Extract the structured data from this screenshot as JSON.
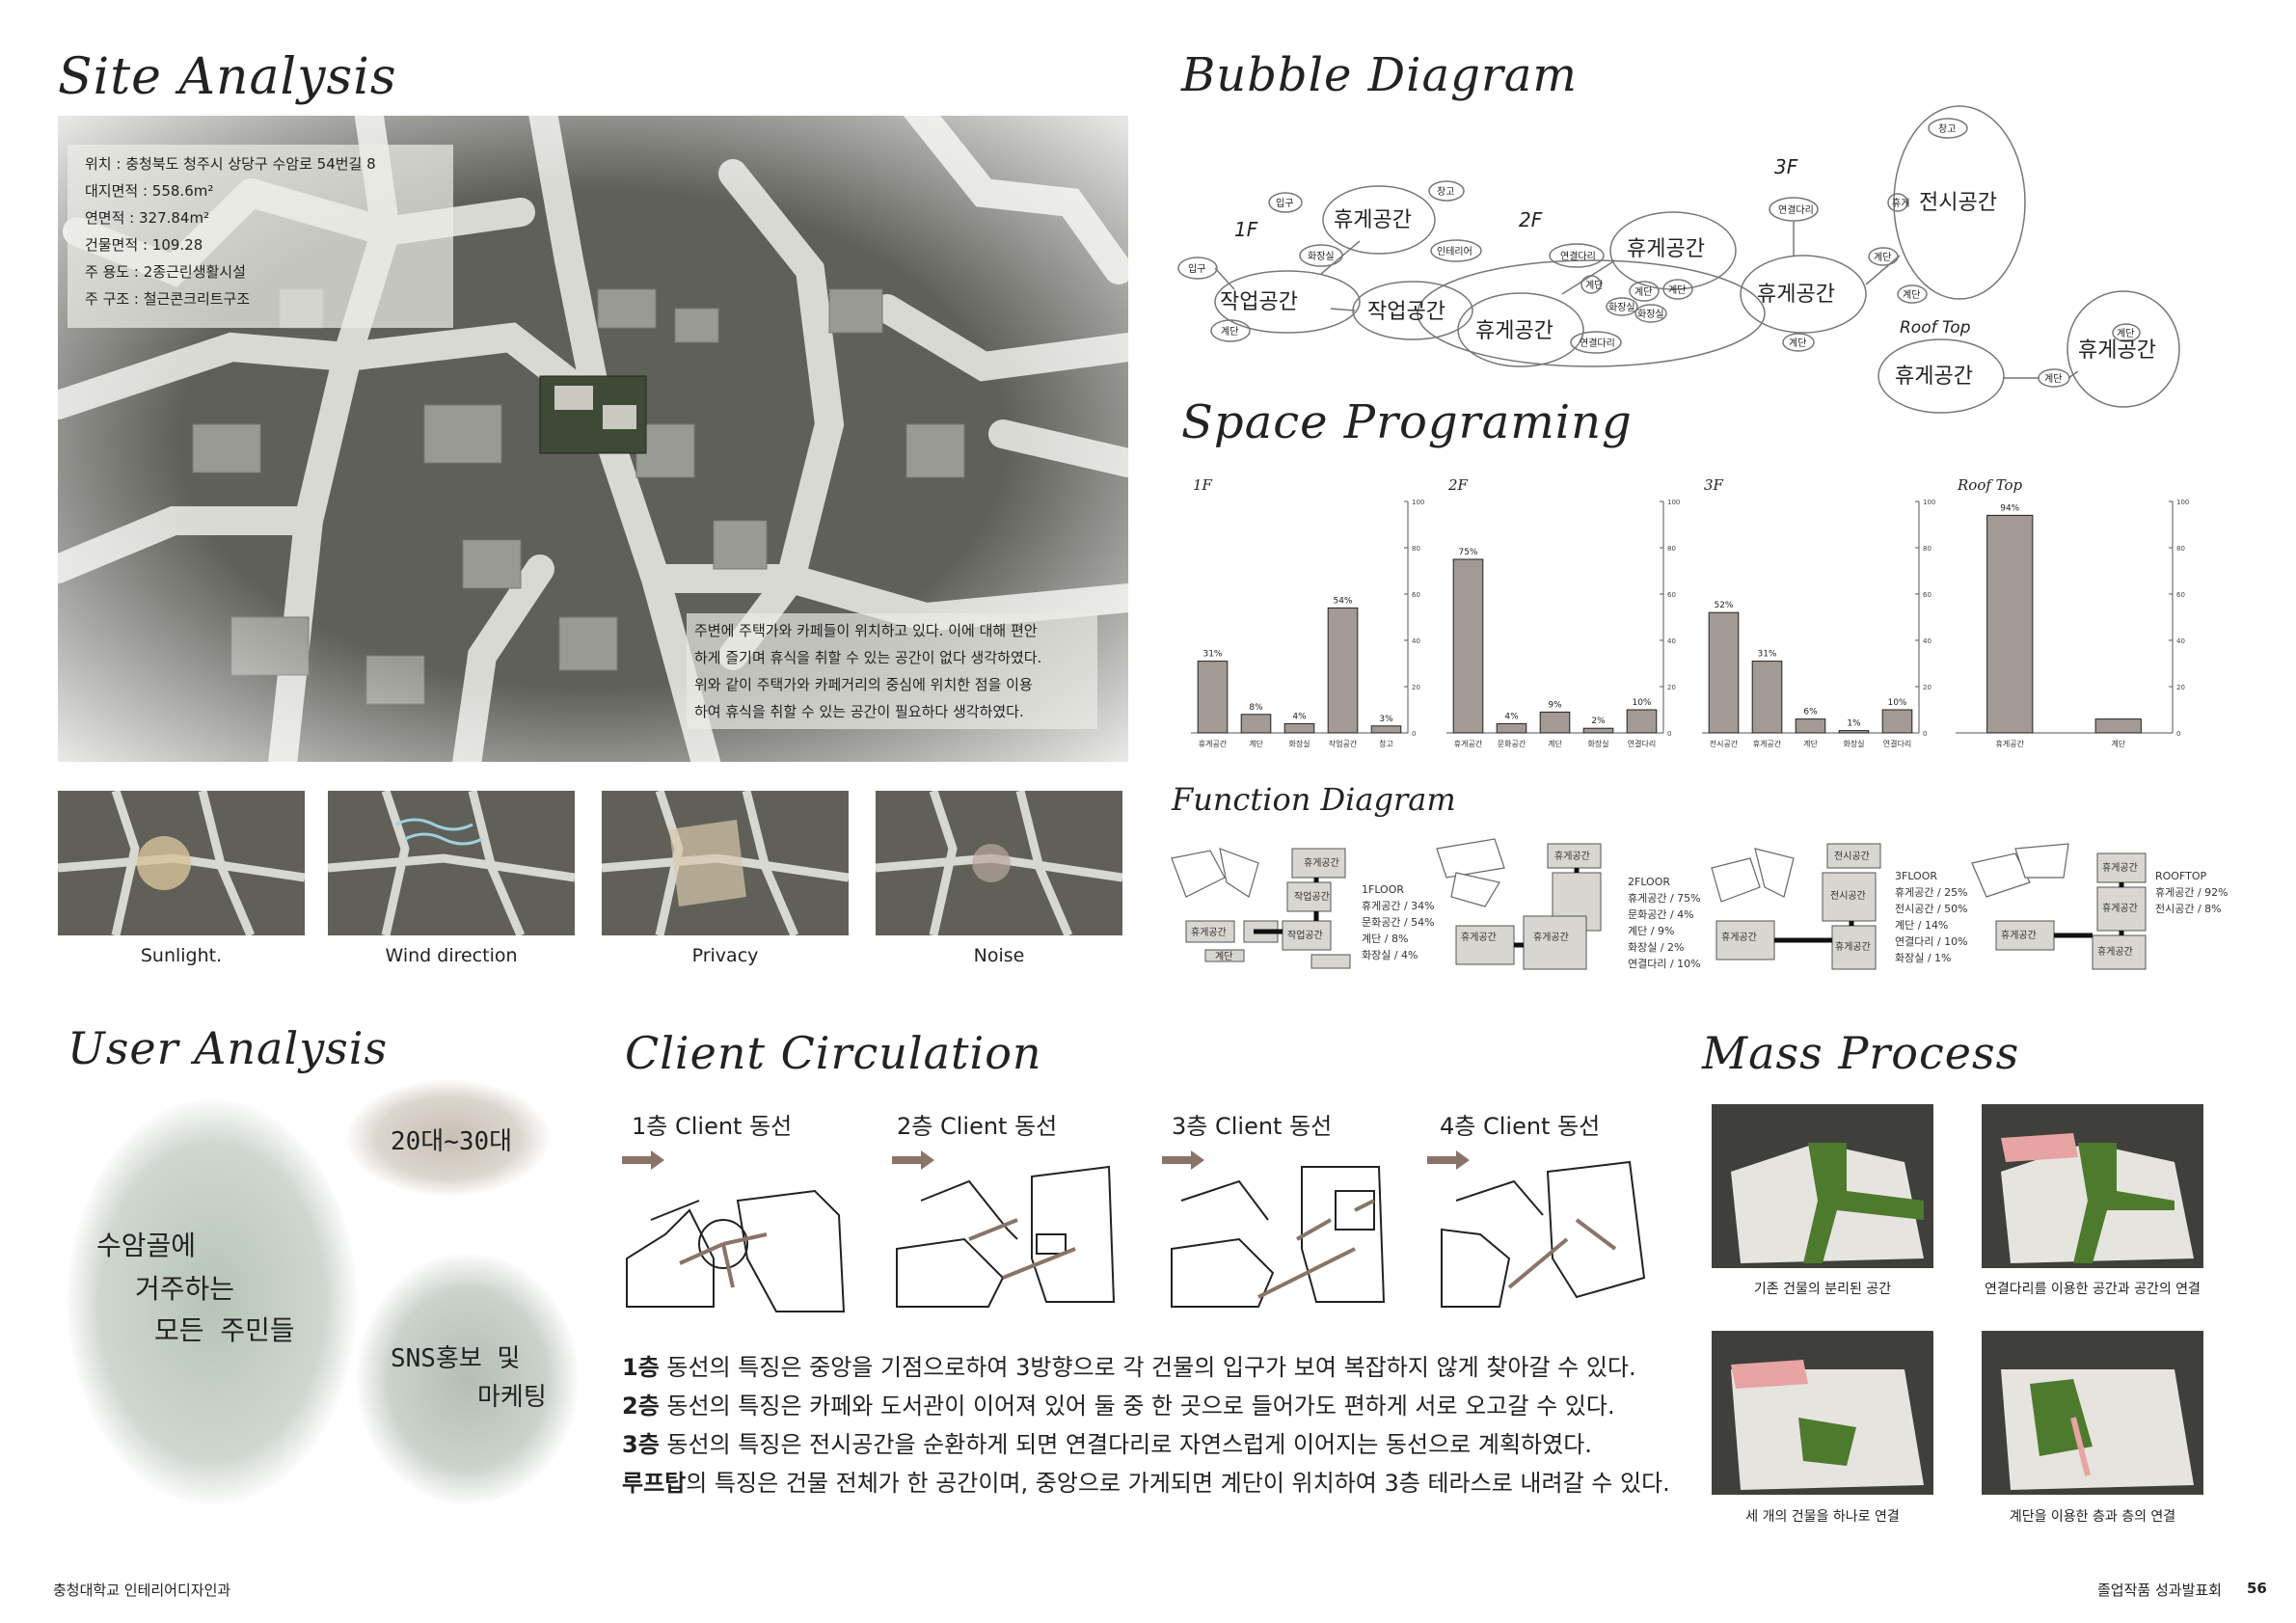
{
  "titles": {
    "site": "Site Analysis",
    "bubble": "Bubble Diagram",
    "space": "Space Programing",
    "function": "Function Diagram",
    "user": "User Analysis",
    "client": "Client Circulation",
    "mass": "Mass Process"
  },
  "site_info": [
    "위치 : 충청북도 청주시 상당구 수암로 54번길 8",
    "대지면적 : 558.6m²",
    "연면적 : 327.84m²",
    "건물면적 : 109.28",
    "주 용도 : 2종근린생활시설",
    "주 구조 : 철근콘크리트구조"
  ],
  "site_desc": [
    "주변에 주택가와 카페들이 위치하고 있다. 이에 대해 편안",
    "하게 즐기며 휴식을 취할 수 있는 공간이 없다 생각하였다.",
    "위와 같이 주택가와 카페거리의 중심에 위치한 점을 이용",
    "하여 휴식을 취할 수 있는 공간이 필요하다 생각하였다."
  ],
  "thumbs": [
    "Sunlight.",
    "Wind direction",
    "Privacy",
    "Noise"
  ],
  "bubble": {
    "floors": [
      "1F",
      "2F",
      "3F",
      "Roof Top"
    ],
    "f1": {
      "big": [
        "작업공간",
        "작업공간",
        "휴게공간"
      ],
      "small": [
        "입구",
        "입구",
        "계단",
        "화장실",
        "창고",
        "인테리어"
      ]
    },
    "f2": {
      "big": [
        "휴게공간",
        "휴게공간"
      ],
      "small": [
        "연결다리",
        "계단",
        "계단",
        "화장실",
        "계단",
        "연결다리",
        "화장실"
      ]
    },
    "f3": {
      "big": [
        "전시공간",
        "휴게공간"
      ],
      "small": [
        "휴게",
        "연결다리",
        "창고",
        "계단",
        "계단",
        "계단"
      ]
    },
    "roof": {
      "big": [
        "휴게공간",
        "휴게공간"
      ],
      "small": [
        "계단",
        "계단"
      ]
    }
  },
  "chart_data": [
    {
      "type": "bar",
      "title": "1F",
      "categories": [
        "휴게공간",
        "계단",
        "화장실",
        "작업공간",
        "창고"
      ],
      "values": [
        31,
        8,
        4,
        54,
        3
      ],
      "labels": [
        "31%",
        "8%",
        "4%",
        "54%",
        "3%"
      ],
      "ylim": [
        0,
        100
      ],
      "yticks": [
        "100",
        "80",
        "60",
        "40",
        "20",
        "0"
      ]
    },
    {
      "type": "bar",
      "title": "2F",
      "categories": [
        "휴게공간",
        "문화공간",
        "계단",
        "화장실",
        "연결다리"
      ],
      "values": [
        75,
        4,
        9,
        2,
        10
      ],
      "labels": [
        "75%",
        "4%",
        "9%",
        "2%",
        "10%"
      ],
      "ylim": [
        0,
        100
      ],
      "yticks": [
        "100",
        "80",
        "60",
        "40",
        "20",
        "0"
      ]
    },
    {
      "type": "bar",
      "title": "3F",
      "categories": [
        "전시공간",
        "휴게공간",
        "계단",
        "화장실",
        "연결다리"
      ],
      "values": [
        52,
        31,
        6,
        1,
        10
      ],
      "labels": [
        "52%",
        "31%",
        "6%",
        "1%",
        "10%"
      ],
      "ylim": [
        0,
        100
      ],
      "yticks": [
        "100",
        "80",
        "60",
        "40",
        "20",
        "0"
      ]
    },
    {
      "type": "bar",
      "title": "Roof Top",
      "categories": [
        "휴게공간",
        "계단"
      ],
      "values": [
        94,
        6
      ],
      "labels": [
        "94%",
        ""
      ],
      "ylim": [
        0,
        100
      ],
      "yticks": [
        "100",
        "80",
        "60",
        "40",
        "20",
        "0"
      ]
    }
  ],
  "function_legends": [
    [
      "1FLOOR",
      "휴게공간 / 34%",
      "문화공간 / 54%",
      "계단 / 8%",
      "화장실 / 4%"
    ],
    [
      "2FLOOR",
      "휴게공간 / 75%",
      "문화공간 / 4%",
      "계단 / 9%",
      "화장실 / 2%",
      "연결다리 / 10%"
    ],
    [
      "3FLOOR",
      "휴게공간 / 25%",
      "전시공간 / 50%",
      "계단 / 14%",
      "연결다리 / 10%",
      "화장실 / 1%"
    ],
    [
      "ROOFTOP",
      "휴게공간 / 92%",
      "전시공간 / 8%"
    ]
  ],
  "function_labels": {
    "f1": [
      "휴게공간",
      "작업공간",
      "휴게공간",
      "작업공간",
      "계단"
    ],
    "f2": [
      "휴게공간",
      "휴게공간",
      "휴게공간"
    ],
    "f3": [
      "전시공간",
      "휴게공간",
      "전시공간",
      "휴게공간"
    ],
    "roof": [
      "휴게공간",
      "휴게공간",
      "휴게공간",
      "휴게공간"
    ]
  },
  "user": {
    "age": "20대~30대",
    "residents": [
      "수암골에",
      "거주하는",
      "모든 주민들"
    ],
    "sns": [
      "SNS홍보 및",
      "마케팅"
    ]
  },
  "client": {
    "floors": [
      "1층 Client 동선",
      "2층 Client 동선",
      "3층 Client 동선",
      "4층 Client 동선"
    ],
    "lines": [
      {
        "bold": "1층",
        "text": " 동선의 특징은 중앙을 기점으로하여 3방향으로 각 건물의 입구가 보여 복잡하지 않게 찾아갈 수 있다."
      },
      {
        "bold": "2층",
        "text": " 동선의 특징은 카페와 도서관이 이어져 있어 둘 중 한 곳으로 들어가도 편하게 서로 오고갈 수 있다."
      },
      {
        "bold": "3층",
        "text": " 동선의 특징은 전시공간을 순환하게 되면 연결다리로 자연스럽게 이어지는 동선으로 계획하였다."
      },
      {
        "bold": "루프탑",
        "text": "의 특징은 건물 전체가 한 공간이며, 중앙으로 가게되면 계단이 위치하여 3층 테라스로 내려갈 수 있다."
      }
    ]
  },
  "mass": {
    "captions": [
      "기존 건물의 분리된 공간",
      "연결다리를 이용한 공간과 공간의 연결",
      "세 개의 건물을 하나로 연결",
      "계단을 이용한 층과 층의 연결"
    ]
  },
  "footer": {
    "left": "충청대학교 인테리어디자인과",
    "right": "졸업작품 성과발표회",
    "page": "56"
  },
  "colors": {
    "bar": "#a39995",
    "green": "#4e7a2e",
    "pink": "#e8a3a3",
    "arrow": "#8a7468"
  }
}
